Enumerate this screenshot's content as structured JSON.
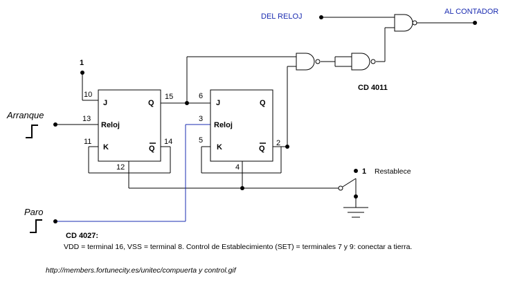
{
  "labels": {
    "del_reloj": "DEL  RELOJ",
    "al_contador": "AL  CONTADOR",
    "cd4011": "CD  4011",
    "cd4027": "CD  4027:",
    "arranque": "Arranque",
    "paro": "Paro",
    "restablece": "Restablece",
    "one_top": "1",
    "one_reset": "1",
    "note": "VDD = terminal 16,  VSS = terminal 8.  Control de Establecimiento (SET) = terminales 7 y 9: conectar a tierra.",
    "url": "http://members.fortunecity.es/unitec/compuerta y control.gif"
  },
  "flipflop1": {
    "J": "J",
    "Q": "Q",
    "Reloj": "Reloj",
    "K": "K",
    "Qbar": "Q",
    "pins": {
      "j": "10",
      "q": "15",
      "clk": "13",
      "k": "11",
      "qbar": "14",
      "bottom": "12"
    }
  },
  "flipflop2": {
    "J": "J",
    "Q": "Q",
    "Reloj": "Reloj",
    "K": "K",
    "Qbar": "Q",
    "pins": {
      "j": "6",
      "clk": "3",
      "k": "5",
      "qbar": "2",
      "bottom": "4"
    }
  },
  "colors": {
    "wire": "#000000",
    "blue_wire": "#1a2bb0",
    "blue_text": "#1a2bb0"
  }
}
